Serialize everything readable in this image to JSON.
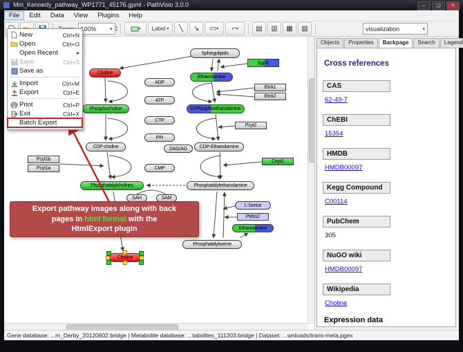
{
  "window": {
    "title": "Mm_Kennedy_pathway_WP1771_45176.gpml - PathVisio 3.0.0",
    "controls": {
      "minimize": "–",
      "maximize": "❏",
      "close": "✕"
    }
  },
  "menubar": [
    "File",
    "Edit",
    "Data",
    "View",
    "Plugins",
    "Help"
  ],
  "toolbar": {
    "zoom_label": "Zoom:",
    "zoom_value": "100%",
    "label_button": "Label",
    "visualization_value": "visualization"
  },
  "icons": {
    "submenu_arrow": "▸",
    "dropdown": "▾",
    "spinner_up": "▴",
    "spinner_down": "▾",
    "line_tool": "╲",
    "arrow_tool": "↘",
    "shape_tool": "▭",
    "connector_tool": "⌐",
    "align_a": "▤",
    "align_b": "▥",
    "align_c": "▦",
    "align_d": "▧"
  },
  "file_menu": {
    "items": [
      {
        "label": "New",
        "shortcut": "Ctrl+N"
      },
      {
        "label": "Open",
        "shortcut": "Ctrl+O"
      },
      {
        "label": "Open Recent",
        "shortcut": ""
      },
      {
        "label": "Save",
        "shortcut": "Ctrl+S"
      },
      {
        "label": "Save as",
        "shortcut": ""
      },
      {
        "label": "Import",
        "shortcut": "Ctrl+M"
      },
      {
        "label": "Export",
        "shortcut": "Ctrl+E"
      },
      {
        "label": "Print",
        "shortcut": "Ctrl+P"
      },
      {
        "label": "Exit",
        "shortcut": "Ctrl+X"
      },
      {
        "label": "Batch Export",
        "shortcut": ""
      }
    ]
  },
  "sidebar": {
    "tabs": [
      "Objects",
      "Properties",
      "Backpage",
      "Search",
      "Legend"
    ],
    "selected_tab": "Backpage",
    "backpage": {
      "title": "Cross references",
      "sections": [
        {
          "name": "CAS",
          "value": "62-49-7"
        },
        {
          "name": "ChEBI",
          "value": "15354"
        },
        {
          "name": "HMDB",
          "value": "HMDB00097"
        },
        {
          "name": "Kegg Compound",
          "value": "C00114"
        },
        {
          "name": "PubChem",
          "value": "305"
        },
        {
          "name": "NuGO wiki",
          "value": "HMDB00097"
        },
        {
          "name": "Wikipedia",
          "value": "Choline"
        }
      ],
      "footer": "Expression data"
    }
  },
  "callout": {
    "line1": "Export pathway images along with back",
    "line2_pre": "pages in ",
    "line2_highlight": "html format",
    "line2_post": " with the",
    "line3": "HtmlExport plugin"
  },
  "statusbar": {
    "text": "Gene database: ...m_Derby_20120602.bridge | Metabolite database: ...tabolites_111203.bridge | Dataset: ...wnloads/trans-meta.pgex"
  },
  "colors": {
    "callout_bg": "#b34a4a",
    "callout_highlight": "#55e044",
    "annotation_red": "#cf2020",
    "node_green": "#1db51d",
    "node_red": "#e00d0d",
    "node_purple": "#ccccfa",
    "link": "#2200cc"
  },
  "pathway": {
    "nodes": [
      {
        "label": "Sphingolipids",
        "type": "metabolite"
      },
      {
        "label": "Sgpl1",
        "type": "gene"
      },
      {
        "label": "Choline",
        "type": "metabolite"
      },
      {
        "label": "Ethanolamine",
        "type": "metabolite"
      },
      {
        "label": "ADP",
        "type": "metabolite"
      },
      {
        "label": "Etnk1",
        "type": "gene"
      },
      {
        "label": "Etnk2",
        "type": "gene"
      },
      {
        "label": "ATP",
        "type": "metabolite"
      },
      {
        "label": "Phosphocholine",
        "type": "metabolite"
      },
      {
        "label": "O-Phosphoethanolamine",
        "type": "metabolite"
      },
      {
        "label": "CTP",
        "type": "metabolite"
      },
      {
        "label": "Pcyt2",
        "type": "gene"
      },
      {
        "label": "PPi",
        "type": "metabolite"
      },
      {
        "label": "CDP-choline",
        "type": "metabolite"
      },
      {
        "label": "DAG/AG",
        "type": "metabolite"
      },
      {
        "label": "CDP-Ethanolamine",
        "type": "metabolite"
      },
      {
        "label": "Cept1",
        "type": "gene"
      },
      {
        "label": "CMP",
        "type": "metabolite"
      },
      {
        "label": "Pcyt1b",
        "type": "gene"
      },
      {
        "label": "Pcyt1a",
        "type": "gene"
      },
      {
        "label": "Phosphatidylcholines",
        "type": "metabolite"
      },
      {
        "label": "Phosphatidylethanolamine",
        "type": "metabolite"
      },
      {
        "label": "SAH",
        "type": "metabolite"
      },
      {
        "label": "SAM",
        "type": "metabolite"
      },
      {
        "label": "L-Serine",
        "type": "metabolite"
      },
      {
        "label": "Ptdss2",
        "type": "gene"
      },
      {
        "label": "Ethanolamine",
        "type": "metabolite"
      },
      {
        "label": "Phosphatidylserine",
        "type": "metabolite"
      },
      {
        "label": "Choline",
        "type": "metabolite"
      }
    ]
  }
}
